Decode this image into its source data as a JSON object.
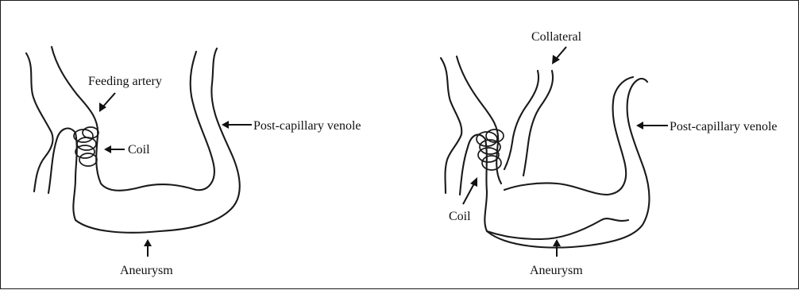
{
  "left_panel": {
    "feeding_artery_label": "Feeding artery",
    "coil_label": "Coil",
    "venole_label": "Post-capillary venole",
    "aneurysm_label": "Aneurysm"
  },
  "right_panel": {
    "collateral_label": "Collateral",
    "coil_label": "Coil",
    "venole_label": "Post-capillary venole",
    "aneurysm_label": "Aneurysm"
  },
  "colors": {
    "ink": "#1a1a1a",
    "background": "#ffffff",
    "border": "#1a1a1a"
  }
}
